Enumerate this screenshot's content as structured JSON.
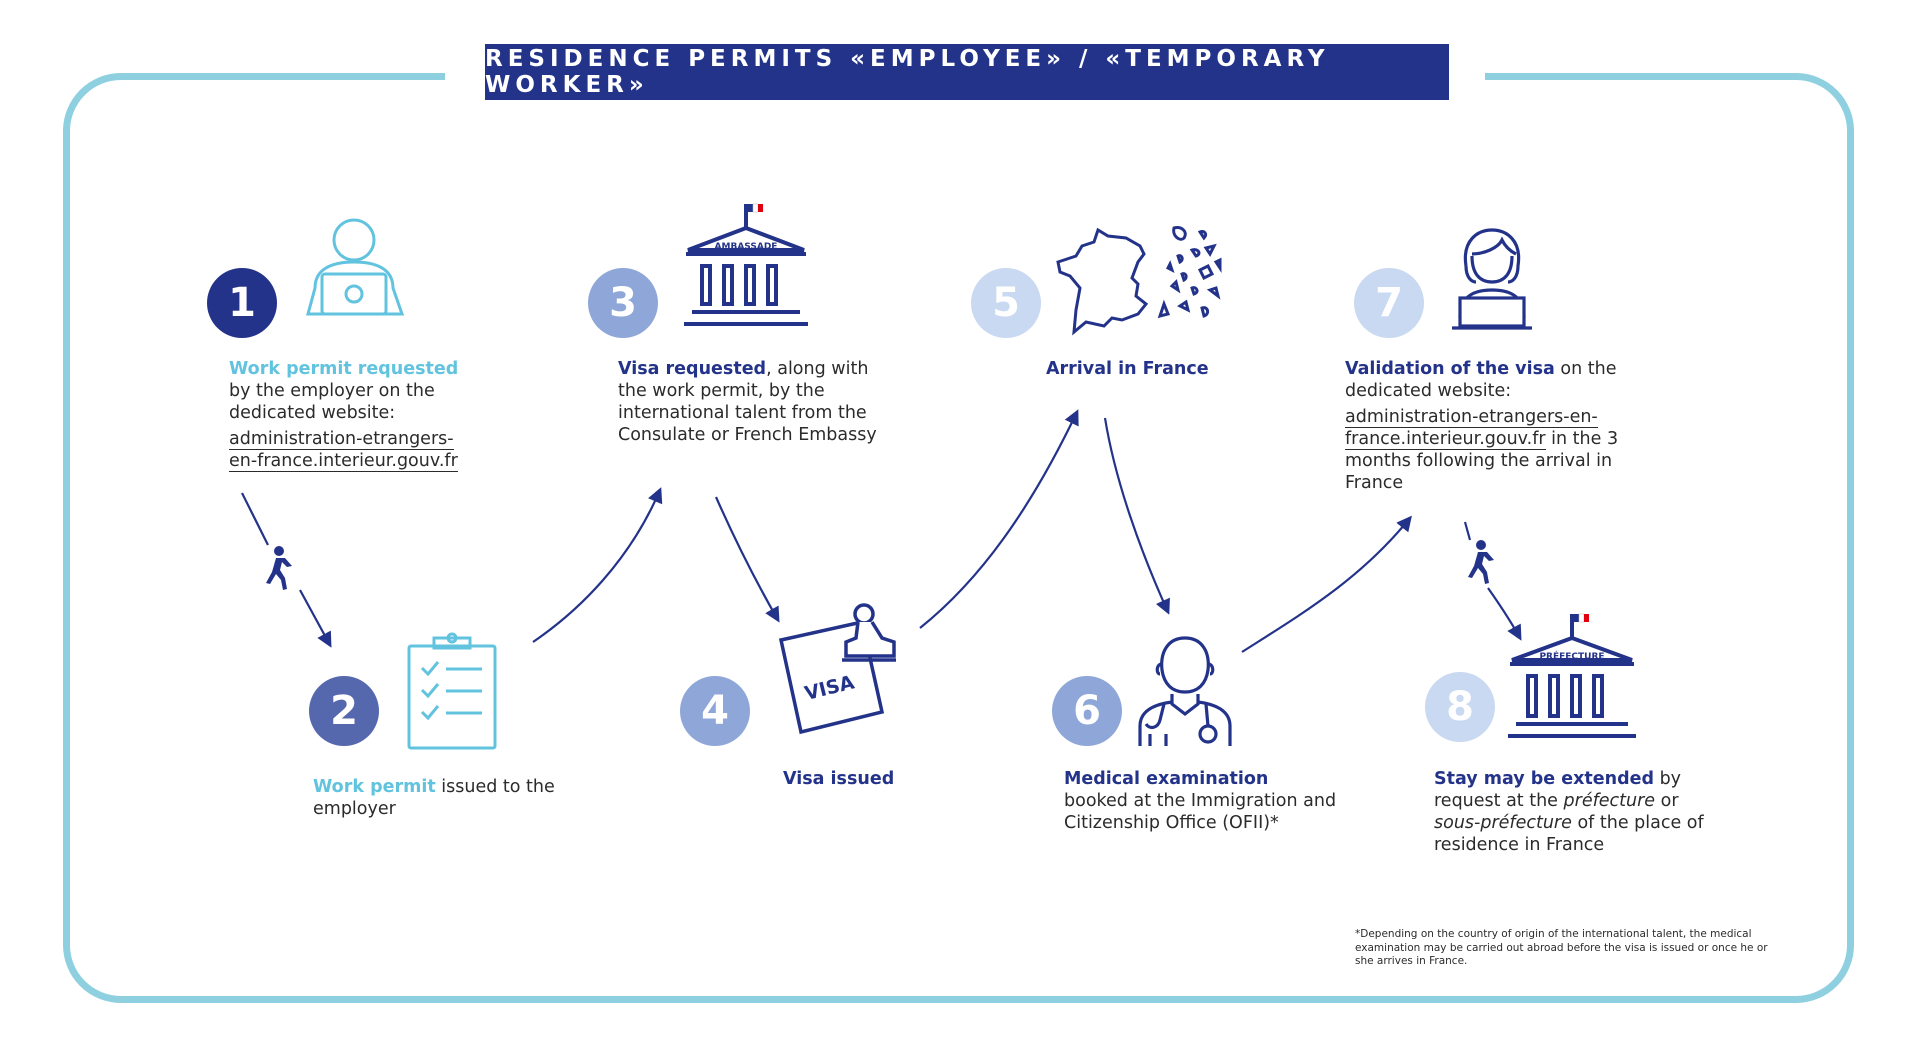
{
  "title": "RESIDENCE PERMITS «EMPLOYEE» / «TEMPORARY WORKER»",
  "colors": {
    "dark_blue": "#24338a",
    "light_blue": "#62c3df",
    "frame": "#8fd0e0"
  },
  "steps": [
    {
      "number": "1",
      "highlight": "Work permit requested",
      "text": "by the employer on the dedicated website:",
      "url_line1": "administration-etrangers-",
      "url_line2": "en-france.interieur.gouv.fr",
      "icon": "person-laptop-icon"
    },
    {
      "number": "2",
      "highlight": "Work permit",
      "text": " issued to the employer",
      "icon": "clipboard-checklist-icon"
    },
    {
      "number": "3",
      "highlight": "Visa requested",
      "text_line1": ", along",
      "text_rest": "with the work permit, by the international talent from the Consulate or French Embassy",
      "icon": "embassy-building-icon",
      "icon_label": "AMBASSADE"
    },
    {
      "number": "4",
      "highlight": "Visa issued",
      "icon": "visa-stamp-icon",
      "icon_label": "VISA"
    },
    {
      "number": "5",
      "highlight": "Arrival in France",
      "icon": "france-map-icon"
    },
    {
      "number": "6",
      "highlight": "Medical examination",
      "text": "booked at the Immigration and Citizenship Office (OFII)*",
      "icon": "doctor-icon"
    },
    {
      "number": "7",
      "highlight": "Validation of the visa",
      "text_line1": " on the",
      "text_line2": "dedicated website:",
      "url_line1": "administration-etrangers-en-",
      "url_line2": "france.interieur.gouv.fr",
      "text_after_url": " in the 3",
      "text_rest": "months following the arrival in France",
      "icon": "woman-laptop-icon"
    },
    {
      "number": "8",
      "highlight": "Stay may be extended",
      "text_a": " by",
      "text_b": "request at the ",
      "italic_1": "préfecture",
      "text_c": " or",
      "italic_2": "sous-préfecture",
      "text_d": " of the place of",
      "text_e": "residence in France",
      "icon": "prefecture-building-icon",
      "icon_label": "PRÉFECTURE"
    }
  ],
  "footnote": "*Depending on the country of origin of the international talent, the medical examination may be carried out abroad before the visa is issued or once he or she arrives in France."
}
